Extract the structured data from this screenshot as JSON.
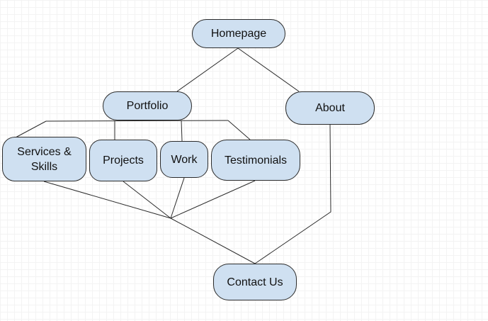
{
  "diagram": {
    "nodes": {
      "homepage": "Homepage",
      "portfolio": "Portfolio",
      "about": "About",
      "services": [
        "Services &",
        "Skills"
      ],
      "projects": "Projects",
      "work": "Work",
      "testimonials": "Testimonials",
      "contact": "Contact Us"
    },
    "fill_color": "#cfe0f1",
    "stroke_color": "#2b2b2b",
    "edges": [
      [
        "homepage",
        "portfolio"
      ],
      [
        "homepage",
        "about"
      ],
      [
        "portfolio",
        "services"
      ],
      [
        "portfolio",
        "projects"
      ],
      [
        "portfolio",
        "work"
      ],
      [
        "portfolio",
        "testimonials"
      ],
      [
        "services",
        "contact"
      ],
      [
        "projects",
        "contact"
      ],
      [
        "work",
        "contact"
      ],
      [
        "testimonials",
        "contact"
      ],
      [
        "about",
        "contact"
      ]
    ]
  }
}
